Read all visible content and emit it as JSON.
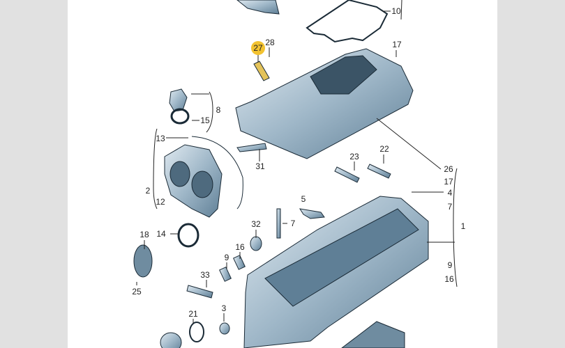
{
  "diagram": {
    "highlight_color": "#f2c230",
    "part_color": "#9fb7c8",
    "callouts": [
      "27",
      "28",
      "10",
      "17",
      "8",
      "15",
      "13",
      "31",
      "23",
      "22",
      "26",
      "17",
      "4",
      "7",
      "1",
      "9",
      "16",
      "2",
      "12",
      "5",
      "7",
      "32",
      "18",
      "14",
      "16",
      "9",
      "33",
      "25",
      "21",
      "3"
    ],
    "highlighted": "27"
  }
}
